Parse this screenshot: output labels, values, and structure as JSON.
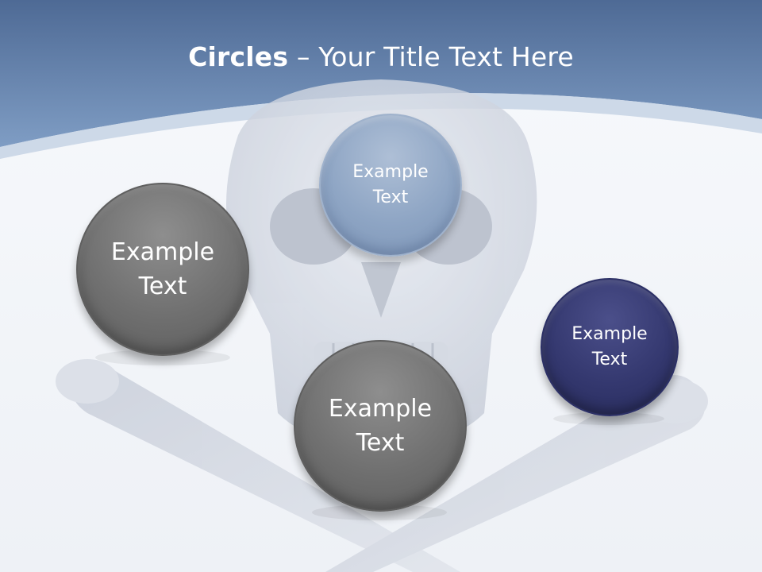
{
  "title": {
    "bold": "Circles",
    "rest": " – Your Title Text Here"
  },
  "circles": {
    "top_center": {
      "label": "Example\nText"
    },
    "left": {
      "label": "Example\nText"
    },
    "bottom_center": {
      "label": "Example\nText"
    },
    "right": {
      "label": "Example\nText"
    }
  },
  "colors": {
    "header_band": "#6f8fb8",
    "background": "#f3f5f9",
    "gray_circle": "#717171",
    "blue_circle": "#8ea5c4",
    "navy_circle": "#34386f"
  },
  "background_art": "skull-and-crossbones"
}
